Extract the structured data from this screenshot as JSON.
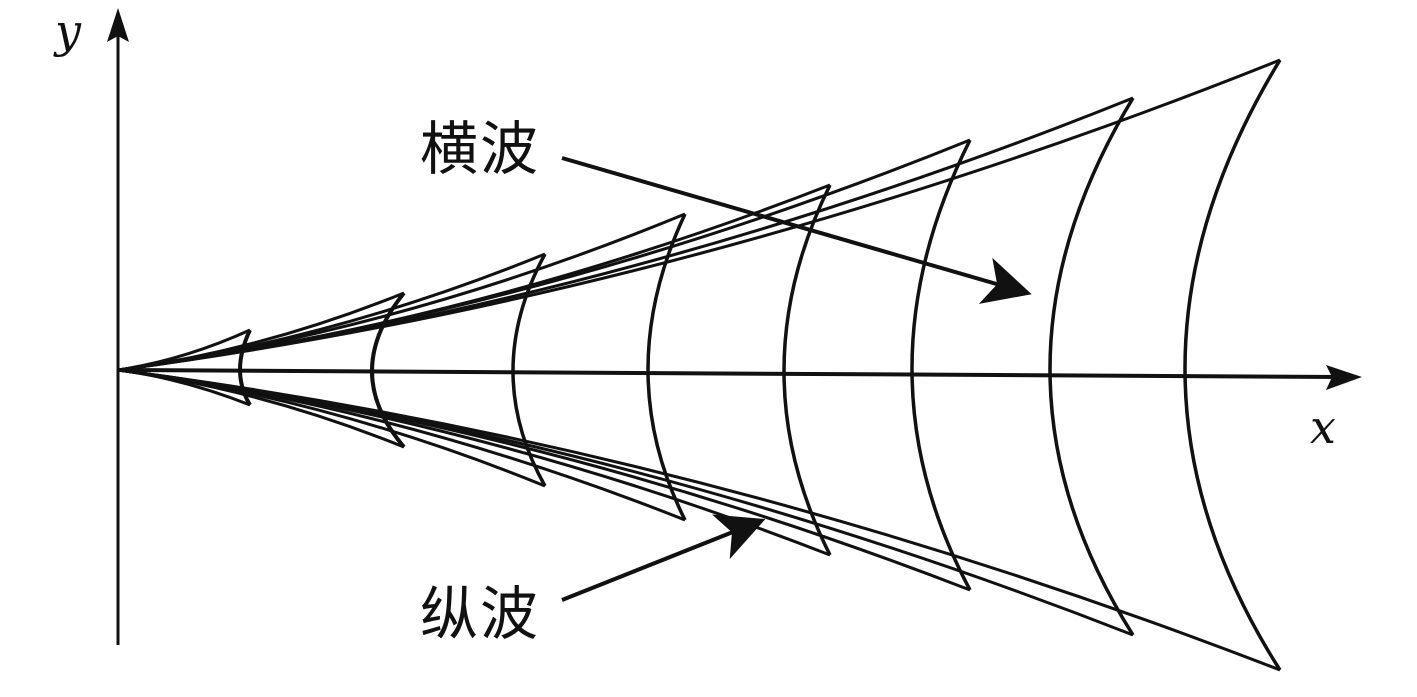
{
  "axes": {
    "x_label": "x",
    "y_label": "y"
  },
  "labels": {
    "transverse_wave": "横波",
    "longitudinal_wave": "纵波"
  },
  "wavefront_count": 8,
  "colors": {
    "ink": "#111111",
    "background": "#ffffff"
  }
}
